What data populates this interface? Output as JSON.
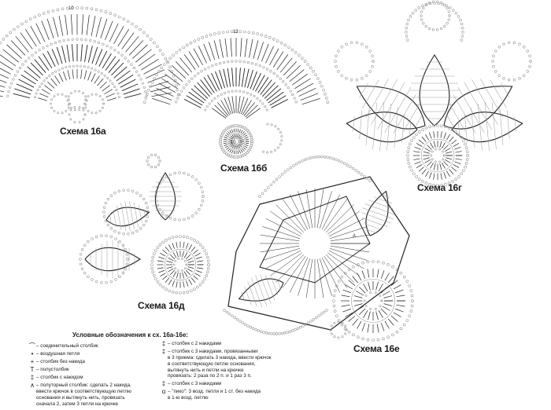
{
  "captions": {
    "a": "Схема 16а",
    "b": "Схема 16б",
    "g": "Схема 16г",
    "d": "Схема 16д",
    "e": "Схема 16е"
  },
  "marks": {
    "a_top": "10",
    "b_top": "12",
    "b_mid": "10",
    "e_a": "A"
  },
  "legend": {
    "title": "Условные обозначения к сх. 16а-16е:",
    "left": [
      {
        "icon": "slip-stitch-icon",
        "glyph": "⌒",
        "text": "– соединительный столбик"
      },
      {
        "icon": "chain-stitch-icon",
        "glyph": "•",
        "text": "– воздушная петля"
      },
      {
        "icon": "single-crochet-icon",
        "glyph": "+",
        "text": "– столбик без накида"
      },
      {
        "icon": "half-double-crochet-icon",
        "glyph": "T",
        "text": "– полустолбик"
      },
      {
        "icon": "double-crochet-icon",
        "glyph": "‡",
        "text": "– столбик с накидом"
      },
      {
        "icon": "half-stitch-icon",
        "glyph": "∧",
        "text": "– полуторный столбик: сделать 2 накида,\nввести крючок в соответствующую петлю\nоснования и вытянуть нить, провязать\nсначала 2, затем 3 петли на крючке"
      }
    ],
    "right": [
      {
        "icon": "treble-crochet-icon",
        "glyph": "‡",
        "text": "– столбик с 2 накидами"
      },
      {
        "icon": "cluster-stitch-icon",
        "glyph": "‡",
        "text": "– столбик с 3 накидами, провязанными\nв 3 приема: сделать 3 накида, ввести крючок\nв соответствующую петлю основания,\nвытянуть нить и петли на крючке\nпровязать: 2 раза по 2 п. и 1 раз 3 п."
      },
      {
        "icon": "triple-crochet-icon",
        "glyph": "‡",
        "text": "– столбик с 3 накидами"
      },
      {
        "icon": "picot-icon",
        "glyph": "ɑ",
        "text": "– \"пико\": 3 возд. петли и 1 ст. без накида\nв 1-ю возд. петлю"
      }
    ]
  }
}
